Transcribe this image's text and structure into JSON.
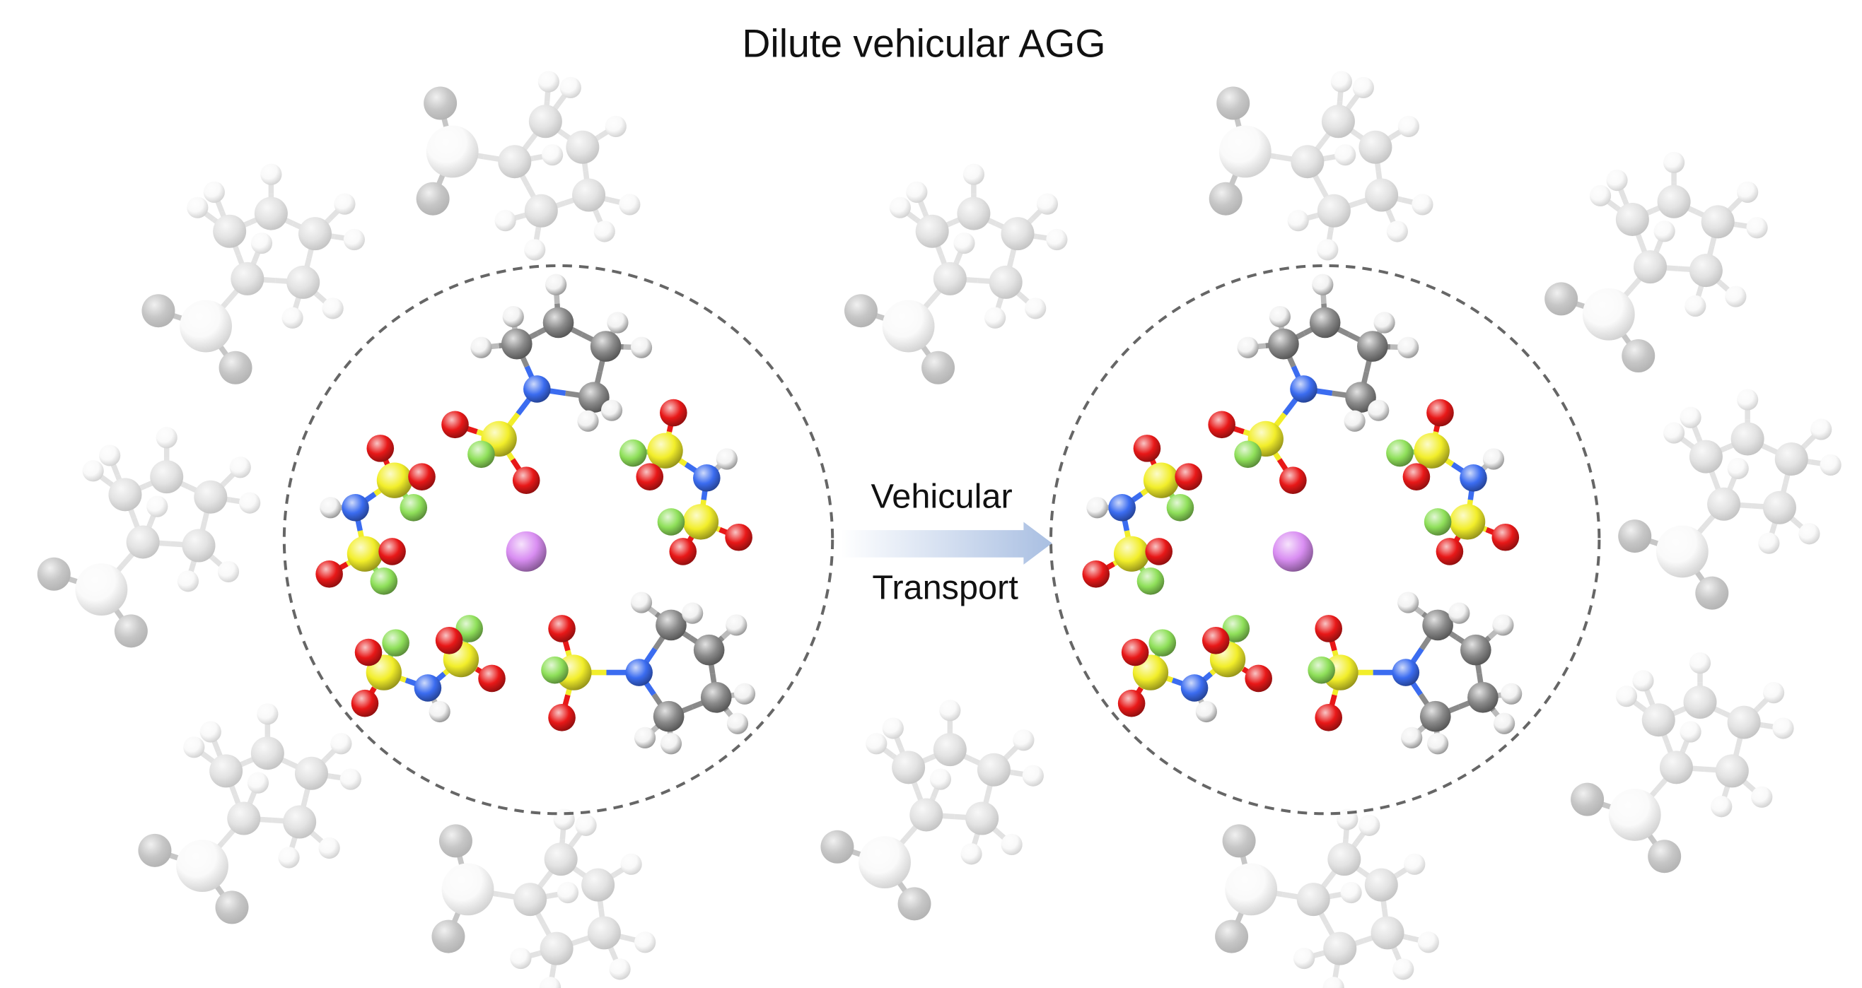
{
  "title": "Dilute vehicular AGG",
  "arrow": {
    "label_top": "Vehicular",
    "label_bottom": "Transport"
  },
  "colors": {
    "carbon": "#8a8a8a",
    "hydrogen": "#f2f2f2",
    "nitrogen": "#3b6cf0",
    "oxygen": "#e81818",
    "sulfur": "#f2ee2a",
    "fluorine": "#8fe05a",
    "lithium": "#d98ef2",
    "arrow": "#a9bfe2",
    "dashed_circle": "#666666"
  }
}
